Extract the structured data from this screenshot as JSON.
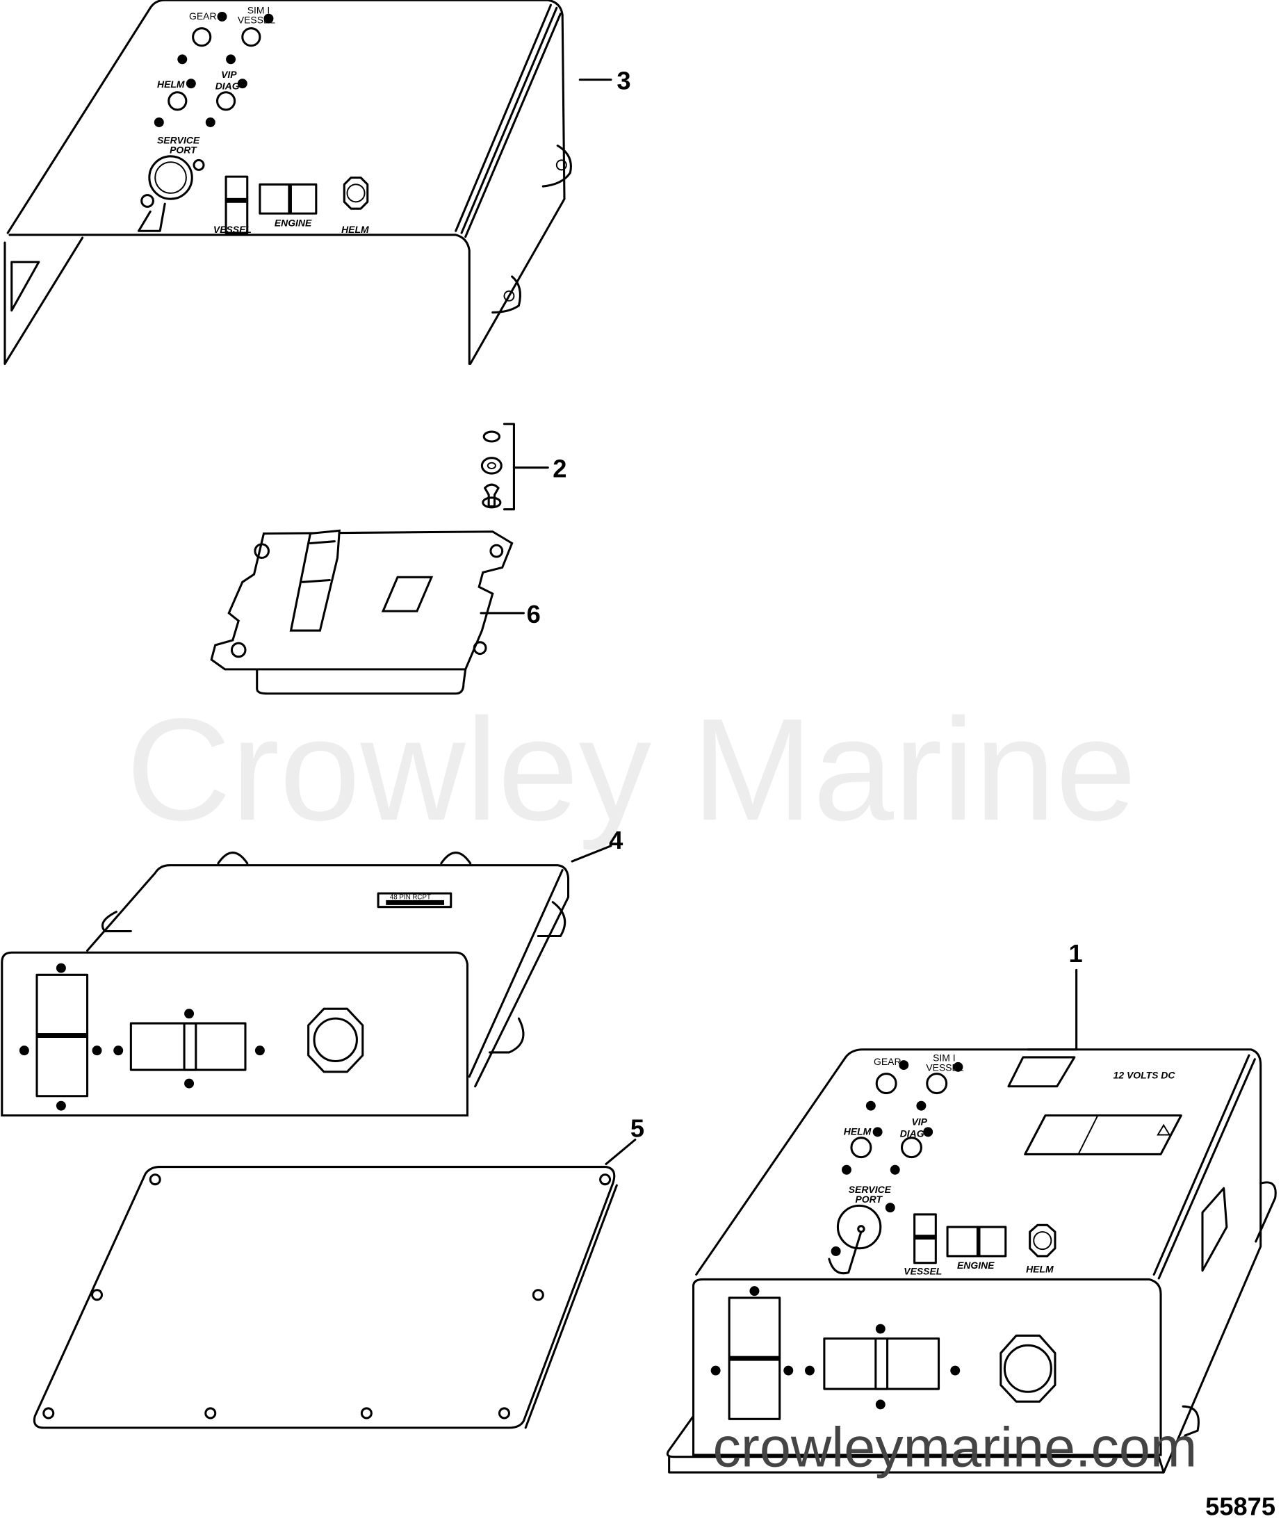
{
  "diagram": {
    "callouts": [
      "1",
      "2",
      "3",
      "4",
      "5",
      "6"
    ],
    "figure_number": "55875",
    "watermark": "Crowley Marine",
    "watermark_url": "crowleymarine.com"
  },
  "cover": {
    "gear": "GEAR",
    "sim_vessel_1": "SIM I",
    "sim_vessel_2": "VESSEL",
    "helm": "HELM",
    "vip": "VIP",
    "diag": "DIAG",
    "service": "SERVICE",
    "port": "PORT",
    "vessel": "VESSEL",
    "engine": "ENGINE",
    "helm_connector": "HELM"
  },
  "housing": {
    "receptacle_label": "48 PIN RCPT"
  },
  "assembly": {
    "gear": "GEAR",
    "sim_vessel_1": "SIM I",
    "sim_vessel_2": "VESSEL",
    "helm": "HELM",
    "vip": "VIP",
    "diag": "DIAG",
    "service": "SERVICE",
    "port": "PORT",
    "vessel": "VESSEL",
    "engine": "ENGINE",
    "helm_connector": "HELM",
    "voltage": "12 VOLTS DC"
  }
}
